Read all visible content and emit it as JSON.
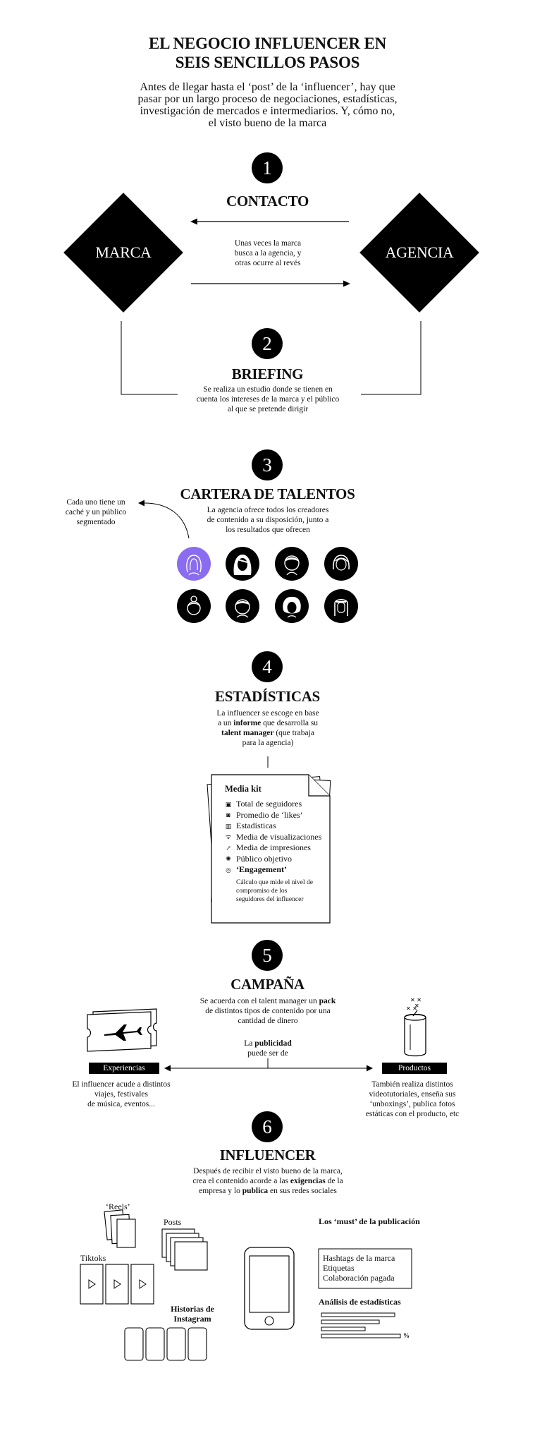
{
  "header": {
    "title_line1": "EL NEGOCIO INFLUENCER EN",
    "title_line2": "SEIS SENCILLOS PASOS",
    "intro": [
      "Antes de llegar hasta el ‘post’ de la ‘influencer’, hay que",
      "pasar por un largo proceso de negociaciones, estadísticas,",
      "investigación de mercados e intermediarios. Y, cómo no,",
      "el visto bueno de la marca"
    ]
  },
  "step1": {
    "number": "1",
    "title": "CONTACTO",
    "left_node": "MARCA",
    "right_node": "AGENCIA",
    "text": [
      "Unas veces la marca",
      "busca a la agencia, y",
      "otras ocurre al revés"
    ]
  },
  "step2": {
    "number": "2",
    "title": "BRIEFING",
    "text": [
      "Se realiza un estudio donde se tienen en",
      "cuenta los intereses de la marca y el público",
      "al que se pretende dirigir"
    ]
  },
  "step3": {
    "number": "3",
    "title": "CARTERA DE TALENTOS",
    "text": [
      "La agencia ofrece todos los creadores",
      "de contenido a su disposición, junto a",
      "los resultados que ofrecen"
    ],
    "note": [
      "Cada uno tiene un",
      "caché y un público",
      "segmentado"
    ],
    "accent_color": "#8a6cf0",
    "avatars": [
      "avatar-1",
      "avatar-2",
      "avatar-3",
      "avatar-4",
      "avatar-5",
      "avatar-6",
      "avatar-7",
      "avatar-8"
    ]
  },
  "step4": {
    "number": "4",
    "title": "ESTADÍSTICAS",
    "text": {
      "l1": "La influencer se escoge en base",
      "l2a": "a un ",
      "l2b": "informe",
      "l2c": " que desarrolla su",
      "l3a": "talent manager",
      "l3b": " (que trabaja",
      "l4": "para la agencia)"
    },
    "media_kit": {
      "title": "Media kit",
      "items": [
        {
          "icon": "followers-icon",
          "glyph": "▣",
          "label": "Total de seguidores"
        },
        {
          "icon": "likes-icon",
          "glyph": "◙",
          "label": "Promedio de ‘likes’"
        },
        {
          "icon": "stats-icon",
          "glyph": "▥",
          "label": "Estadísticas"
        },
        {
          "icon": "views-icon",
          "glyph": "ᯤ",
          "label": "Media de visualizaciones"
        },
        {
          "icon": "impressions-icon",
          "glyph": "↗",
          "label": "Media de impresiones"
        },
        {
          "icon": "audience-icon",
          "glyph": "✺",
          "label": "Público objetivo"
        },
        {
          "icon": "engagement-icon",
          "glyph": "◎",
          "label": "‘Engagement’"
        }
      ],
      "note": [
        "Cálculo que mide el nivel de",
        "compromiso de los",
        "seguidores del influencer"
      ]
    }
  },
  "step5": {
    "number": "5",
    "title": "CAMPAÑA",
    "text": {
      "l1a": "Se acuerda con el talent manager un ",
      "l1b": "pack",
      "l2": "de distintos tipos de contenido por una",
      "l3": "cantidad de dinero"
    },
    "center_a": "La ",
    "center_b": "publicidad",
    "center_c": "puede ser de",
    "left_label": "Experiencias",
    "left_text": [
      "El influencer acude a distintos",
      "viajes, festivales",
      "de música, eventos..."
    ],
    "right_label": "Productos",
    "right_text": [
      "También realiza distintos",
      "videotutoriales, enseña sus",
      "‘unboxings’, publica fotos",
      "estáticas con el producto, etc"
    ]
  },
  "step6": {
    "number": "6",
    "title": "INFLUENCER",
    "text": {
      "l1": "Después de recibir el visto bueno de la marca,",
      "l2a": "crea el contenido acorde a las ",
      "l2b": "exigencias",
      "l2c": " de la",
      "l3a": "empresa y lo ",
      "l3b": "publica",
      "l3c": " en sus redes sociales"
    },
    "formats": {
      "reels": "‘Reels’",
      "posts": "Posts",
      "tiktoks": "Tiktoks",
      "stories_l1": "Historias de",
      "stories_l2": "Instagram"
    },
    "musts_title": "Los ‘must’ de la publicación",
    "musts": [
      "Hashtags de la marca",
      "Etiquetas",
      "Colaboración pagada"
    ],
    "analysis_title": "Análisis de estadísticas",
    "percent": "%"
  }
}
